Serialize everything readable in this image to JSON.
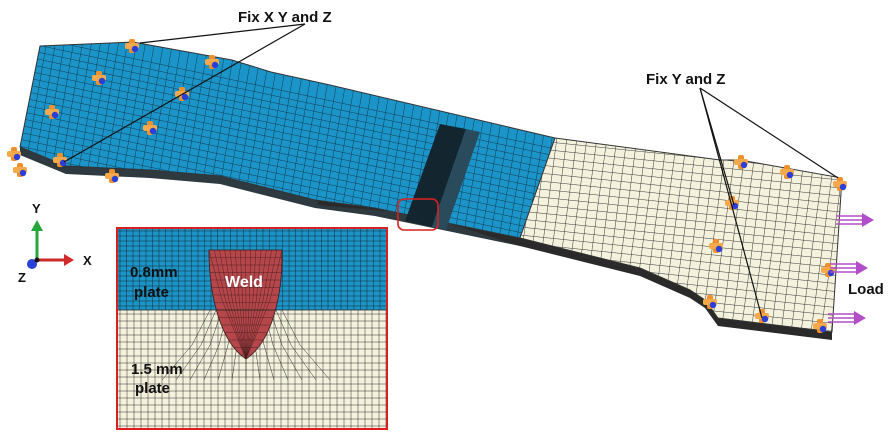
{
  "labels": {
    "fix_xyz": "Fix X Y and Z",
    "fix_yz": "Fix Y and Z",
    "load": "Load",
    "weld": "Weld",
    "thin_plate_line1": "0.8mm",
    "thin_plate_line2": "plate",
    "thick_plate_line1": "1.5 mm",
    "thick_plate_line2": "plate"
  },
  "axes": {
    "y": "Y",
    "x": "X",
    "z": "Z"
  },
  "colors": {
    "thin_plate": "#1b95c9",
    "thick_plate": "#f4f1dc",
    "weld": "#b5474b",
    "mesh_line": "#2a2a2a",
    "plate_edge": "#333333",
    "inset_border": "#d9201e",
    "bc_constraint": "#f0902c",
    "bc_node": "#2b3fd6",
    "load_arrow": "#b24fc8",
    "axis_y": "#24a63a",
    "axis_x": "#d12a2a",
    "axis_z": "#2b3fd6"
  },
  "icons": [
    "fixed-support-icon",
    "load-arrow-icon",
    "axis-triad-icon"
  ]
}
